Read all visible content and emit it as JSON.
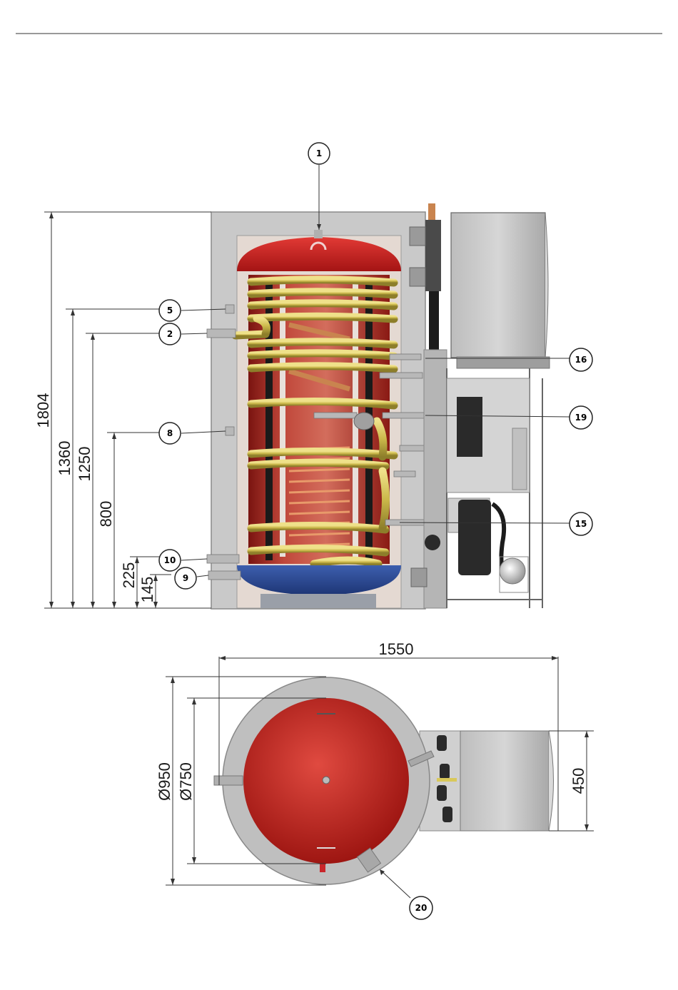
{
  "callouts": {
    "c1": "1",
    "c2": "2",
    "c5": "5",
    "c8": "8",
    "c9": "9",
    "c10": "10",
    "c15": "15",
    "c16": "16",
    "c19": "19",
    "c20": "20"
  },
  "dimensions": {
    "height_total": "1804",
    "h1360": "1360",
    "h1250": "1250",
    "h800": "800",
    "h225": "225",
    "h145": "145",
    "width_total": "1550",
    "outer_diameter": "Ø950",
    "inner_diameter": "Ø750",
    "unit_depth": "450"
  },
  "colors": {
    "tank_red": "#c8262a",
    "coil_yellow": "#d9c85a",
    "insulation_grey": "#c9c9c9",
    "base_blue": "#2f4f9a",
    "copper": "#c9844f"
  }
}
